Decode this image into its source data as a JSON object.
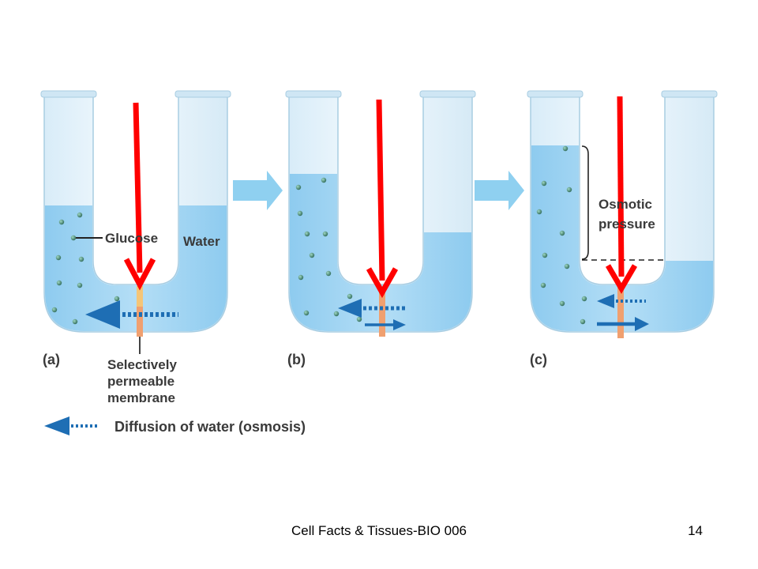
{
  "panels": [
    {
      "id": "a",
      "label": "(a)"
    },
    {
      "id": "b",
      "label": "(b)"
    },
    {
      "id": "c",
      "label": "(c)"
    }
  ],
  "labels": {
    "glucose": "Glucose",
    "water": "Water",
    "membrane_line1": "Selectively",
    "membrane_line2": "permeable",
    "membrane_line3": "membrane",
    "osmotic_line1": "Osmotic",
    "osmotic_line2": "pressure"
  },
  "legend": {
    "text": "Diffusion of water (osmosis)"
  },
  "footer": {
    "title": "Cell Facts & Tissues-BIO 006",
    "slide_number": "14"
  },
  "colors": {
    "tube_glass": "#e8f3fa",
    "tube_water": "#a9d6f2",
    "tube_outline": "#9cc4dc",
    "membrane": "#f0a070",
    "red_arrow": "#ff0000",
    "blue_arrow": "#1e6eb4",
    "step_arrow": "#8fd0f0",
    "molecule": "#3c7a66"
  },
  "icons": {
    "step_arrow": "chevron-right-arrow",
    "red_pointer": "down-arrow",
    "diffusion_arrow": "dashed-left-arrow"
  }
}
